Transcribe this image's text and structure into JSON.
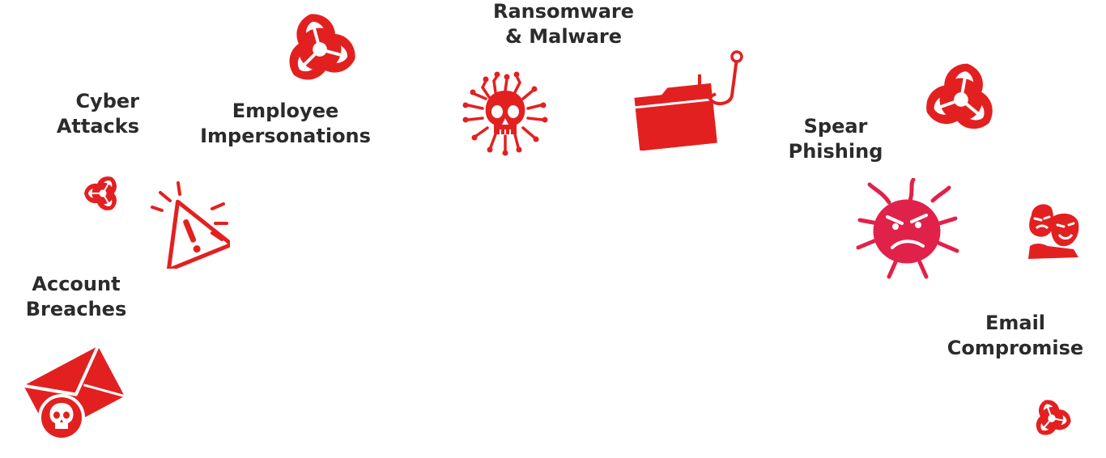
{
  "labels": {
    "cyber_attacks": [
      "Cyber",
      "Attacks"
    ],
    "employee_impersonations": [
      "Employee",
      "Impersonations"
    ],
    "ransomware_malware": [
      "Ransomware",
      "& Malware"
    ],
    "spear_phishing": [
      "Spear",
      "Phishing"
    ],
    "account_breaches": [
      "Account",
      "Breaches"
    ],
    "email_compromise": [
      "Email",
      "Compromise"
    ]
  },
  "icons": [
    "biohazard-icon",
    "skull-virus-icon",
    "phishing-folder-hook-icon",
    "warning-triangle-icon",
    "angry-bug-icon",
    "theater-masks-icon",
    "envelope-skull-icon"
  ],
  "colors": {
    "accent": "#e32020",
    "bug": "#e0224a",
    "text": "#2b2b2b",
    "background": "#ffffff"
  }
}
